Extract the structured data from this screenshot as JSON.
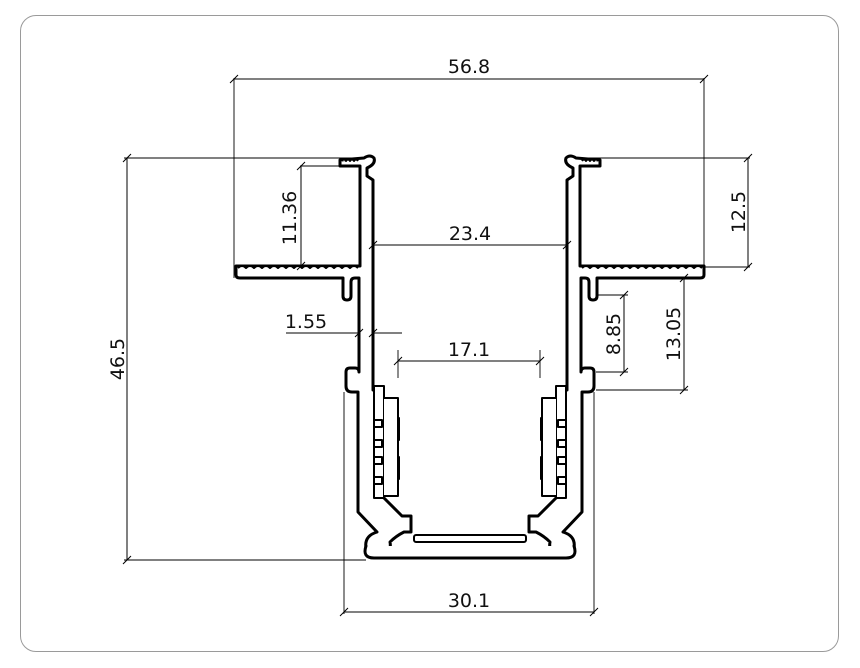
{
  "drawing": {
    "type": "aluminum-profile-cross-section",
    "units": "mm",
    "frame_color": "#9a9a9a",
    "line_color": "#000000"
  },
  "dimensions": {
    "overall_width": "56.8",
    "overall_height": "46.5",
    "flange_height_left": "11.36",
    "flange_height_right": "12.5",
    "inner_width_top": "23.4",
    "wall_thickness": "1.55",
    "inner_width_channel": "17.1",
    "clip_height": "8.85",
    "clip_offset": "13.05",
    "channel_outer_width": "30.1"
  }
}
